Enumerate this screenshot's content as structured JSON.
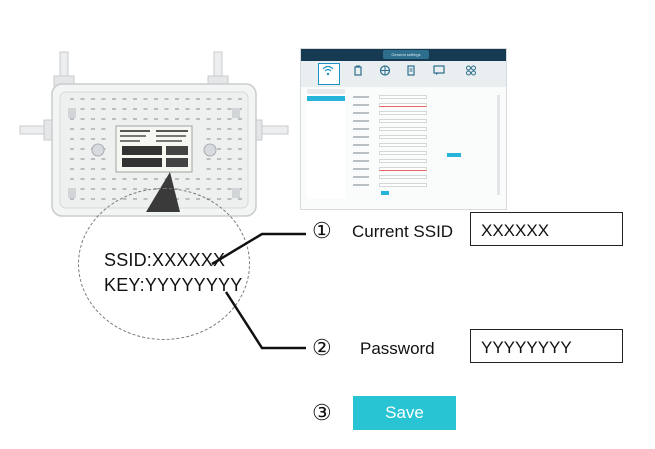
{
  "router_label": {
    "ssid_line": "SSID:XXXXXX",
    "key_line": "KEY:YYYYYYYY"
  },
  "mini_screenshot": {
    "title": "General settings"
  },
  "steps": [
    {
      "number": "①",
      "label": "Current SSID",
      "value": "XXXXXX"
    },
    {
      "number": "②",
      "label": "Password",
      "value": "YYYYYYYY"
    },
    {
      "number": "③",
      "button_label": "Save"
    }
  ],
  "colors": {
    "save_button": "#29c4d3",
    "mini_topbar": "#153a52",
    "mini_accent": "#26b4da"
  }
}
